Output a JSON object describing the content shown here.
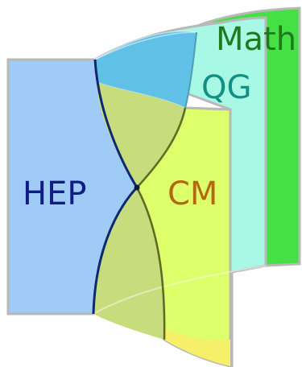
{
  "labels": {
    "math": "Math",
    "qg": "QG",
    "hep": "HEP",
    "cm": "CM"
  },
  "colors": {
    "math": "#44e044",
    "math_text": "#1e7a1e",
    "qg": "#a8f8e6",
    "qg_text": "#138f85",
    "hep": "#9fcbf6",
    "hep_text": "#0f1c84",
    "cm": "#dcff6a",
    "cm_text": "#b3680f",
    "overlap_qg_hep": "#60c0e6",
    "overlap_hep_cm": "#c7dc7d",
    "overlap_cm_bottom": "#f5ef6a",
    "outline": "#b8b8b8"
  }
}
